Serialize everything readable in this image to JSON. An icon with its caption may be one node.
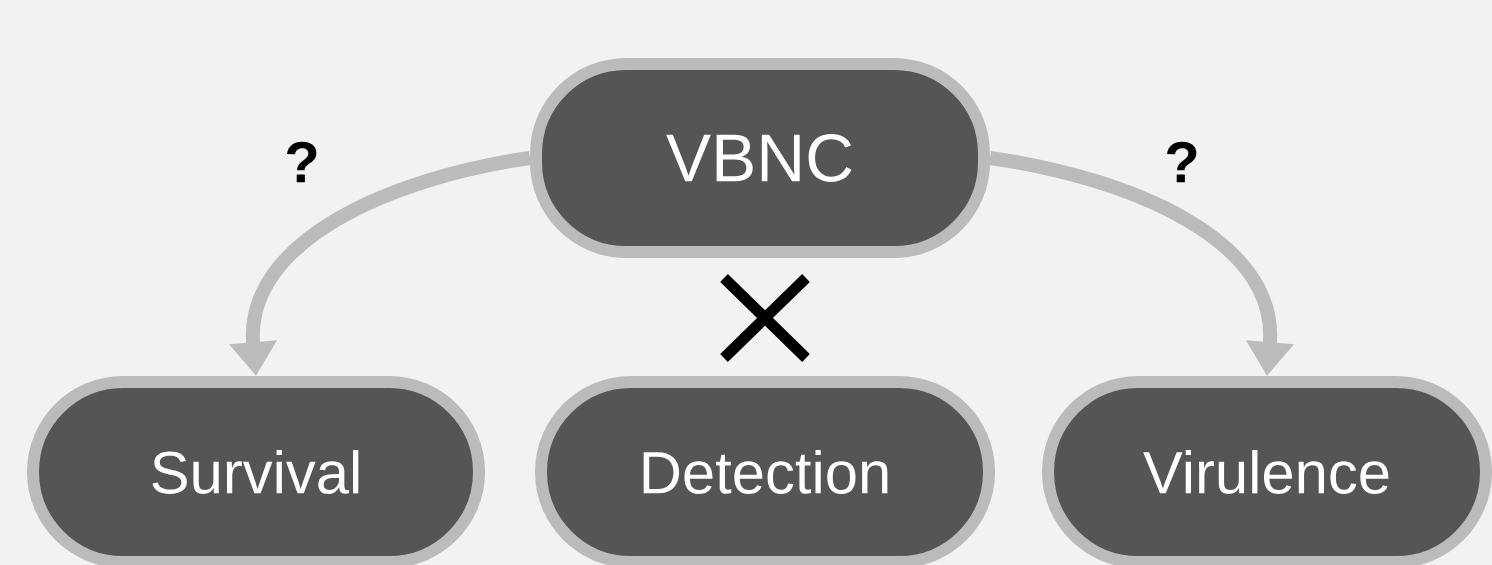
{
  "diagram": {
    "nodes": [
      {
        "text": [
          "VBNC"
        ]
      },
      {
        "text": [
          "Survival"
        ]
      },
      {
        "text": [
          "Detection"
        ]
      },
      {
        "text": [
          "Virulence"
        ]
      }
    ],
    "edges": [
      {
        "from": 0,
        "to": 1,
        "arrow": "to",
        "label": "?"
      },
      {
        "from": 0,
        "to": 3,
        "arrow": "to",
        "label": "?"
      }
    ]
  }
}
